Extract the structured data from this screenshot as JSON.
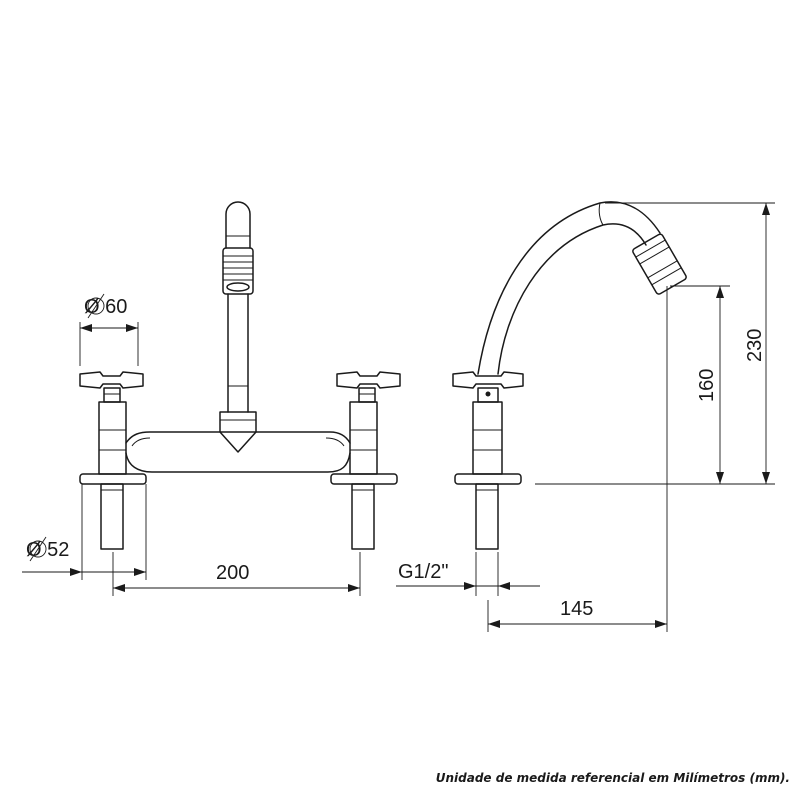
{
  "dimensions": {
    "handle_diameter": "Ø 60",
    "flange_diameter": "Ø 52",
    "center_distance": "200",
    "thread": "G1/2\"",
    "reach": "145",
    "spout_height": "160",
    "total_height": "230"
  },
  "footnote": "Unidade de medida referencial em Milímetros (mm)."
}
